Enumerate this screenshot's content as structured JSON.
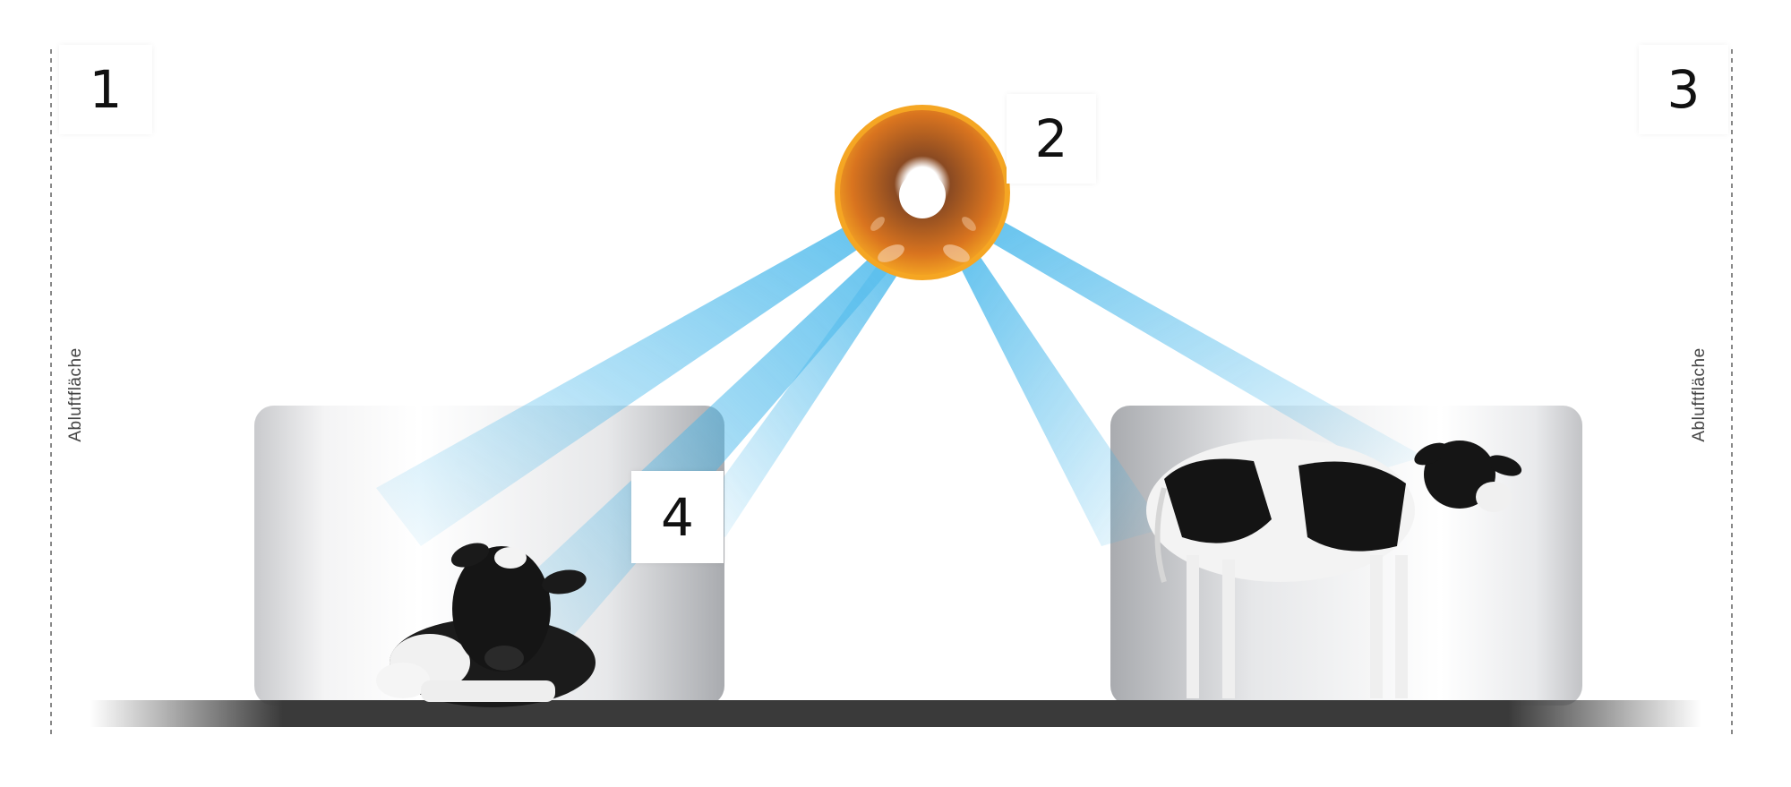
{
  "labels": {
    "n1": "1",
    "n2": "2",
    "n3": "3",
    "n4": "4",
    "side_left": "Abluftfläche",
    "side_right": "Abluftfläche"
  },
  "colors": {
    "airstream": "#3fb4ea",
    "tube_orange": "#f5a623",
    "tube_dark": "#c2601e",
    "floor": "#3a3a3a",
    "partition": "#d9dadc"
  },
  "icons": {
    "duct": "circular-air-duct-icon",
    "calf_lying": "lying-calf-icon",
    "calf_standing": "standing-calf-icon"
  }
}
